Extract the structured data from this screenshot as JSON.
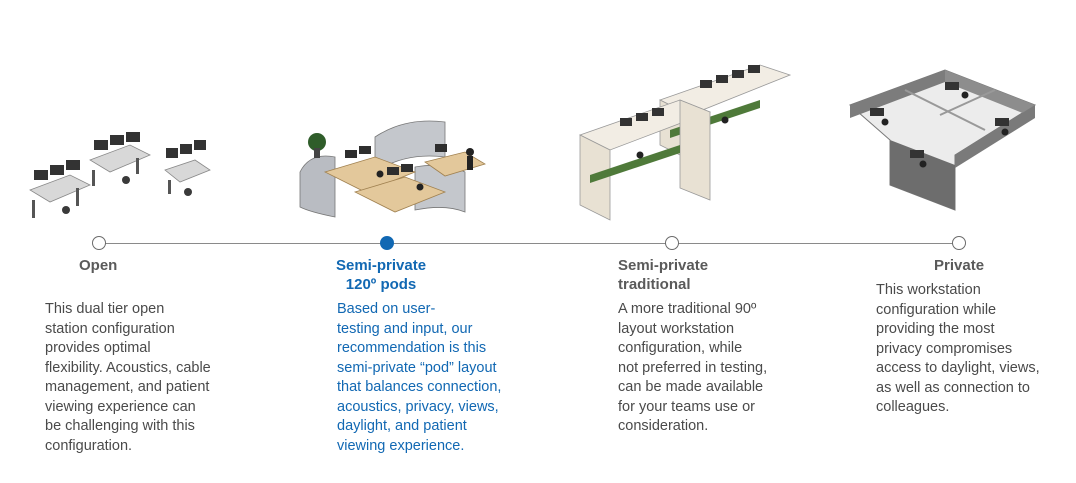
{
  "steps": [
    {
      "title_lines": [
        "Open"
      ],
      "description": "This dual tier open\nstation configuration\nprovides optimal\nflexibility. Acoustics, cable\nmanagement, and patient\nviewing experience can\nbe challenging with this\nconfiguration.",
      "illustration": "open-workstations-illustration",
      "active": false
    },
    {
      "title_lines": [
        "Semi-private",
        "120º pods"
      ],
      "description": "Based on user-\ntesting and input, our\nrecommendation is this\nsemi-private “pod” layout\nthat balances connection,\nacoustics, privacy, views,\ndaylight, and patient\nviewing experience.",
      "illustration": "pod-workstations-illustration",
      "active": true
    },
    {
      "title_lines": [
        "Semi-private",
        "traditional"
      ],
      "description": "A more traditional 90º\nlayout workstation\nconfiguration, while\nnot preferred in testing,\ncan be made available\nfor your teams use or\nconsideration.",
      "illustration": "traditional-workstations-illustration",
      "active": false
    },
    {
      "title_lines": [
        "Private"
      ],
      "description": "This workstation\nconfiguration while\nproviding the most\nprivacy compromises\naccess to daylight, views,\nas well as connection to\ncolleagues.",
      "illustration": "private-workstations-illustration",
      "active": false
    }
  ],
  "colors": {
    "accent": "#1168b3",
    "text": "#4a4a4a",
    "line": "#8a8a8a"
  }
}
